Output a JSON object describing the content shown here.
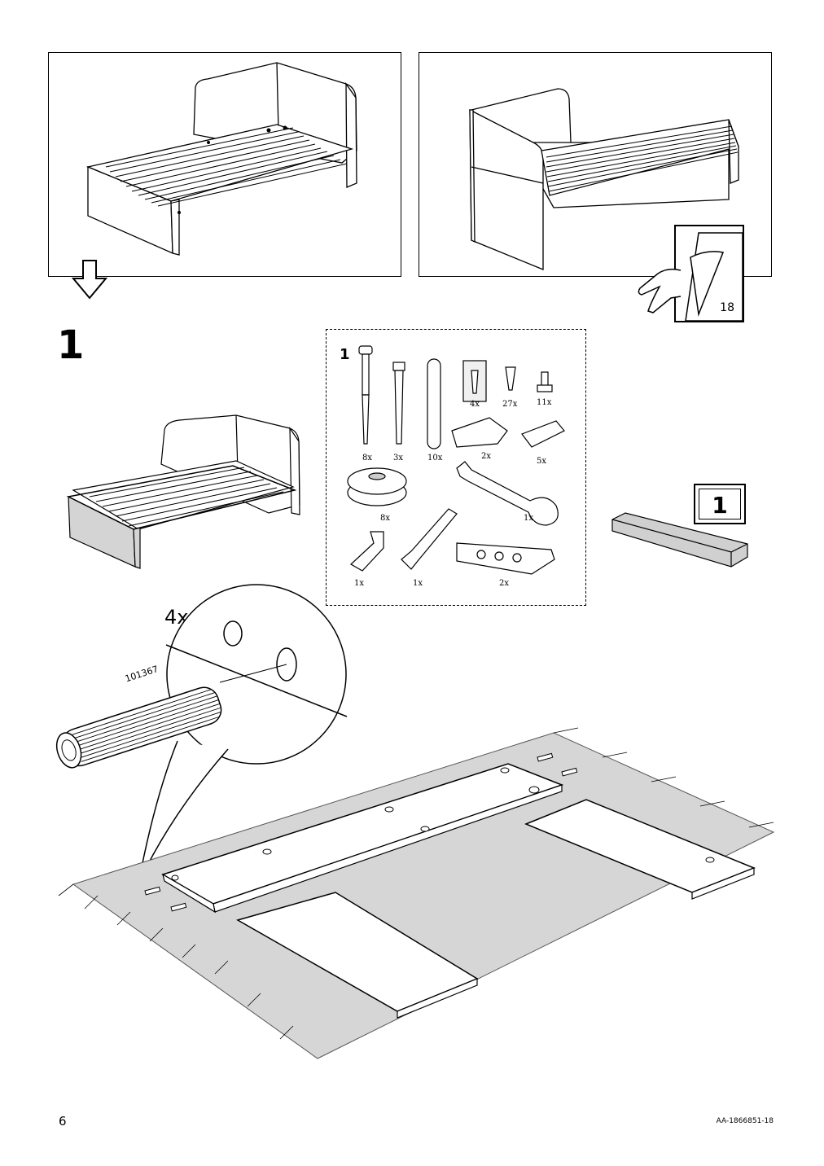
{
  "page": {
    "number": "6",
    "doc_code": "AA-1866851-18"
  },
  "step": {
    "number": "1"
  },
  "page_ref": {
    "target": "18"
  },
  "parts_kit": {
    "bag_number": "1",
    "parts": [
      {
        "id": "cam-bolt",
        "count": "8x"
      },
      {
        "id": "dowel-screw",
        "count": "3x"
      },
      {
        "id": "wood-dowel",
        "count": "10x"
      },
      {
        "id": "screw-bag",
        "count": "4x"
      },
      {
        "id": "screw",
        "count": "27x"
      },
      {
        "id": "pin",
        "count": "11x"
      },
      {
        "id": "bracket",
        "count": "2x"
      },
      {
        "id": "connector-block",
        "count": "5x"
      },
      {
        "id": "cam-lock",
        "count": "8x"
      },
      {
        "id": "wrench",
        "count": "1x"
      },
      {
        "id": "allen-key-small",
        "count": "1x"
      },
      {
        "id": "allen-key-large",
        "count": "1x"
      },
      {
        "id": "fitting-plate",
        "count": "2x"
      }
    ]
  },
  "box_label": {
    "number": "1"
  },
  "dowel_detail": {
    "quantity": "4x",
    "part_number": "101367"
  }
}
